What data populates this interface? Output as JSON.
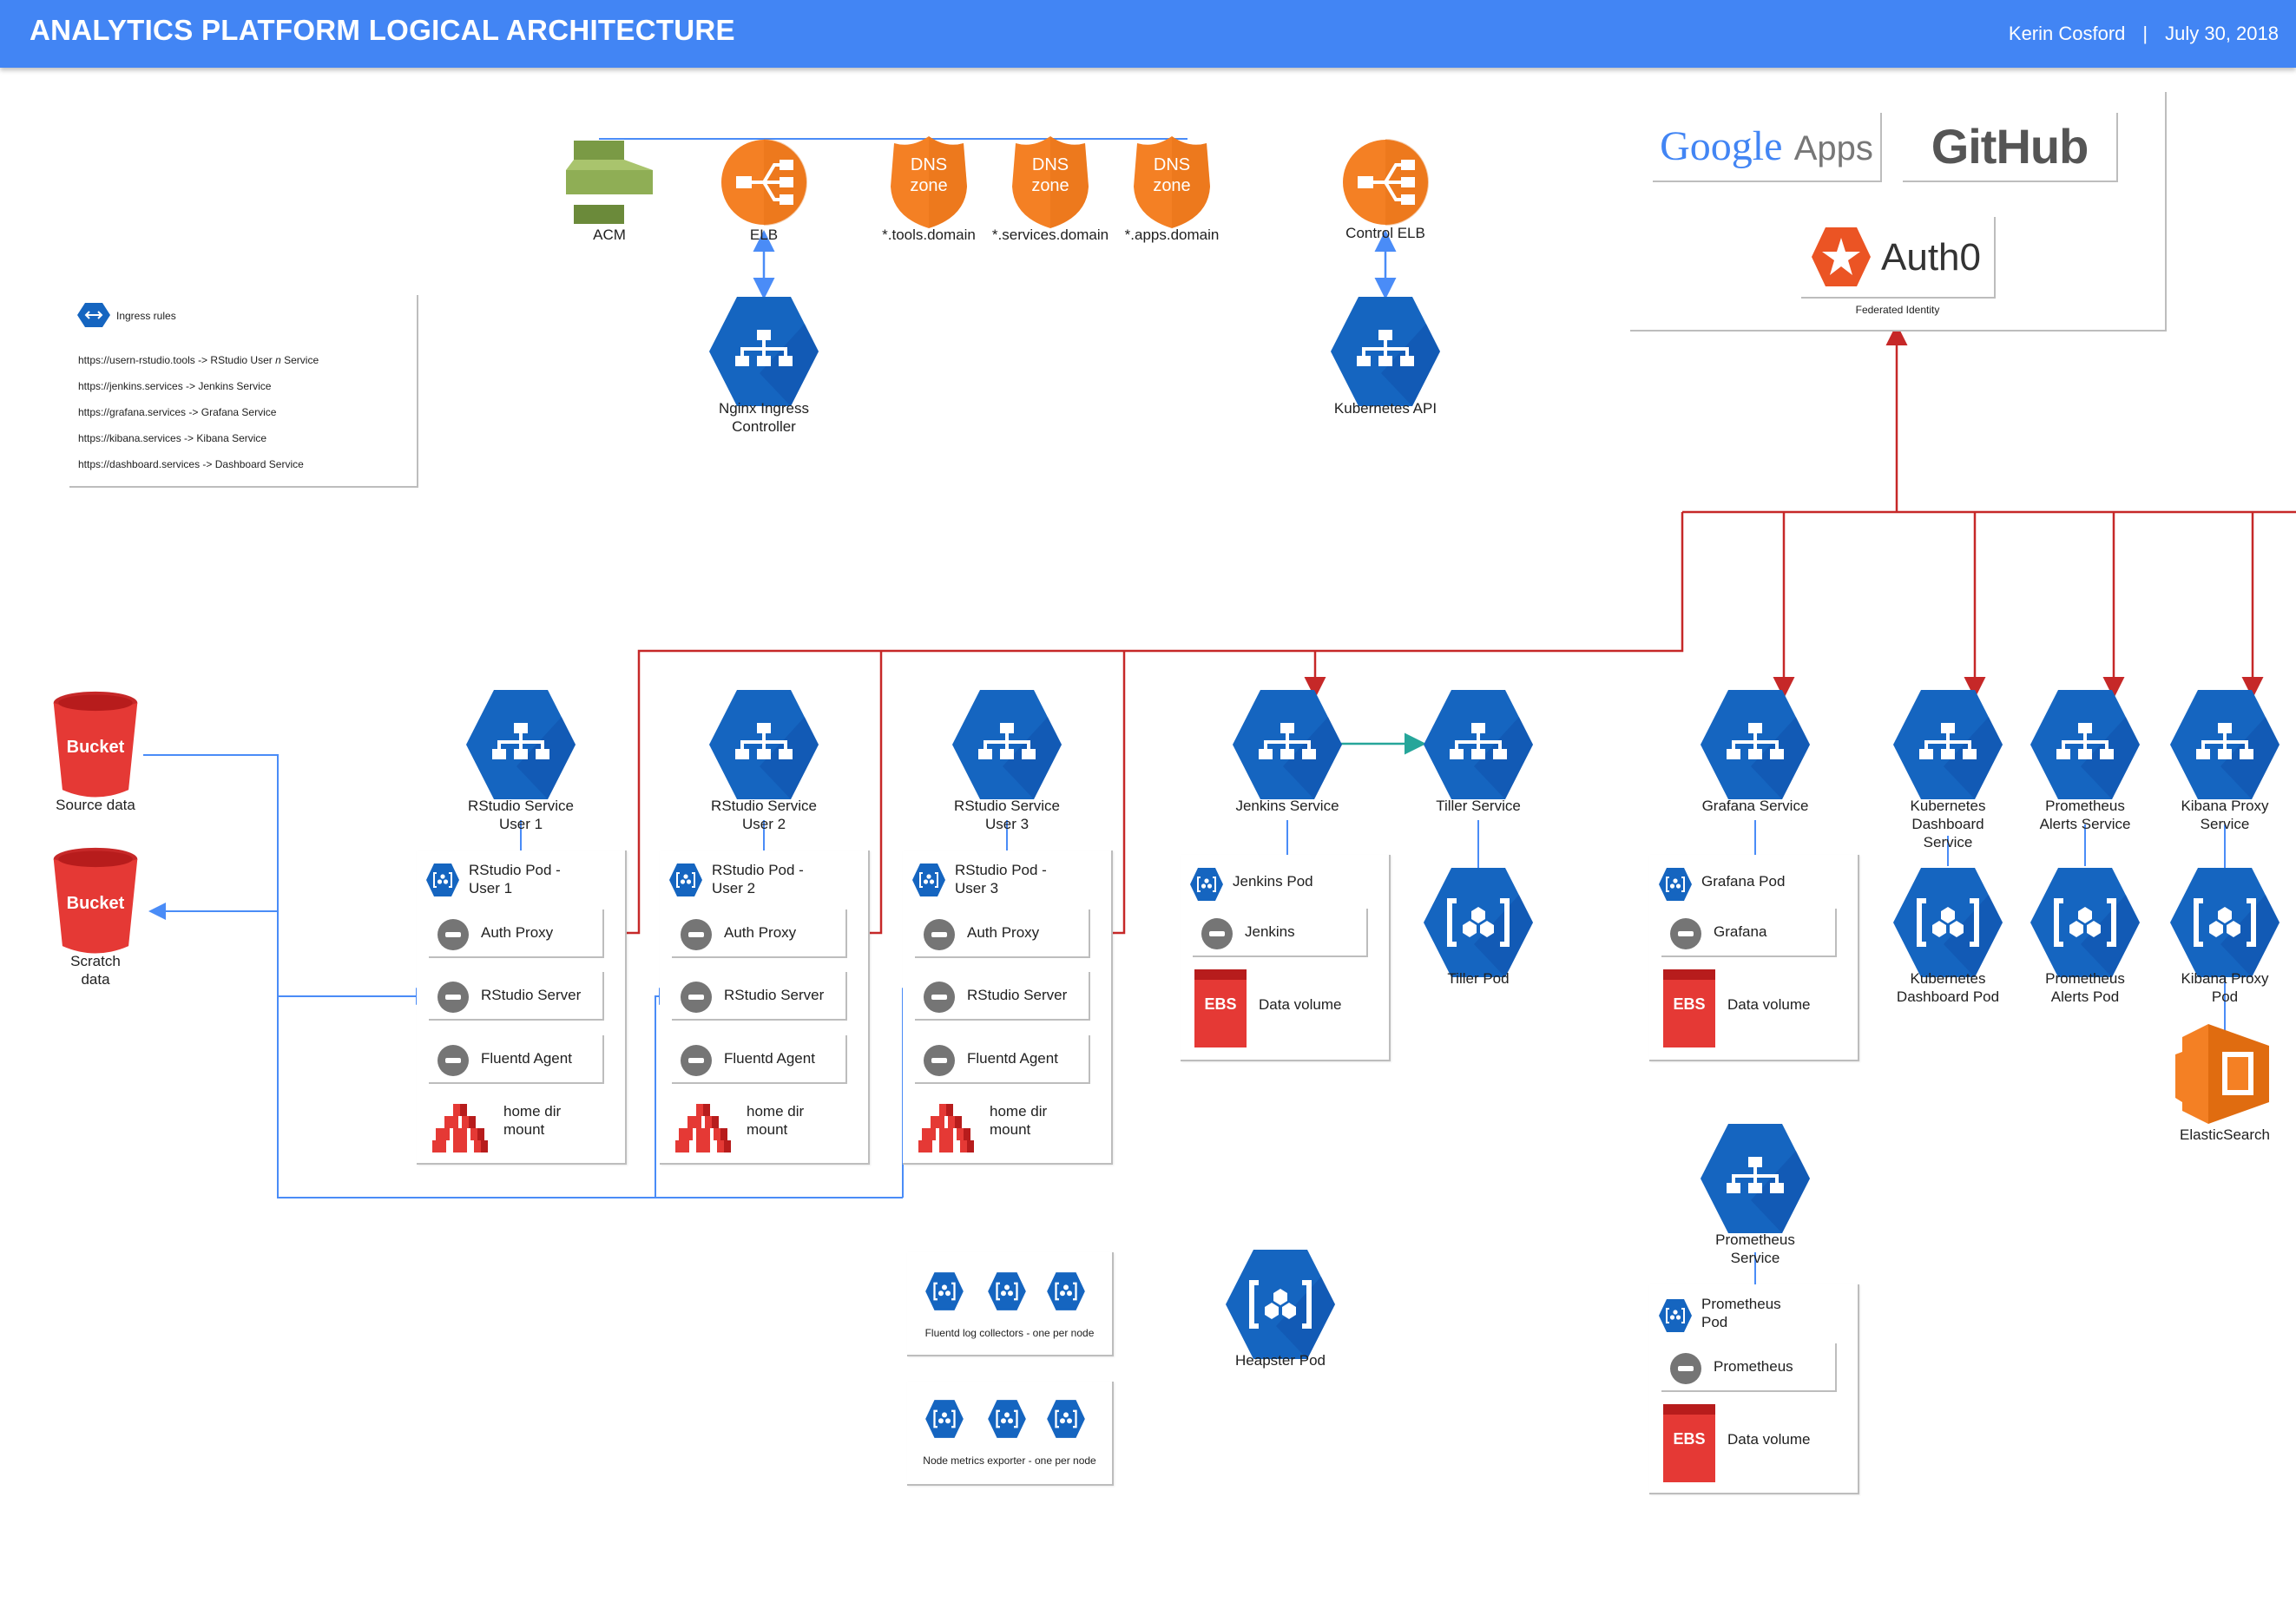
{
  "header": {
    "title": "ANALYTICS PLATFORM LOGICAL ARCHITECTURE",
    "author": "Kerin Cosford",
    "separator": "|",
    "date": "July 30, 2018"
  },
  "colors": {
    "header": "#4285f4",
    "hex": "#1565c0",
    "orange": "#f48024",
    "red_arrow": "#c62828",
    "blue_arrow": "#4a8cf7",
    "teal_arrow": "#26a69a",
    "bucket": "#e53935",
    "acm": "#7a9a45"
  },
  "top": {
    "acm": "ACM",
    "elb": "ELB",
    "dns_zone": "DNS\nzone",
    "dns": [
      "*.tools.domain",
      "*.services.domain",
      "*.apps.domain"
    ],
    "control_elb": "Control ELB",
    "nginx": "Nginx Ingress\nController",
    "k8s_api": "Kubernetes API"
  },
  "legend": {
    "title": "Ingress rules",
    "items": [
      [
        "https://usern-rstudio.tools -> RStudio User ",
        "n",
        " Service"
      ],
      [
        "https://jenkins.services -> Jenkins Service",
        "",
        ""
      ],
      [
        "https://grafana.services -> Grafana Service",
        "",
        ""
      ],
      [
        "https://kibana.services -> Kibana Service",
        "",
        ""
      ],
      [
        "https://dashboard.services -> Dashboard Service",
        "",
        ""
      ]
    ]
  },
  "identity": {
    "google": "Google",
    "google_apps": "Apps",
    "github": "GitHub",
    "auth0": "Auth0",
    "federated": "Federated Identity"
  },
  "buckets": {
    "label": "Bucket",
    "source": "Source data",
    "scratch": "Scratch\ndata"
  },
  "rstudio": [
    {
      "service": "RStudio Service\nUser 1",
      "pod": "RStudio Pod -\nUser 1"
    },
    {
      "service": "RStudio Service\nUser 2",
      "pod": "RStudio Pod -\nUser 2"
    },
    {
      "service": "RStudio Service\nUser 3",
      "pod": "RStudio Pod -\nUser 3"
    }
  ],
  "rstudio_rows": [
    "Auth Proxy",
    "RStudio Server",
    "Fluentd Agent"
  ],
  "home_mount": "home dir\nmount",
  "jenkins": {
    "service": "Jenkins Service",
    "pod": "Jenkins Pod",
    "row": "Jenkins",
    "volume": "Data volume"
  },
  "tiller": {
    "service": "Tiller Service",
    "pod": "Tiller Pod"
  },
  "grafana": {
    "service": "Grafana Service",
    "pod": "Grafana Pod",
    "row": "Grafana",
    "volume": "Data volume"
  },
  "k8s_dash": {
    "service": "Kubernetes\nDashboard\nService",
    "pod": "Kubernetes\nDashboard Pod"
  },
  "prom_alerts": {
    "service": "Prometheus\nAlerts Service",
    "pod": "Prometheus\nAlerts Pod"
  },
  "kibana": {
    "service": "Kibana Proxy\nService",
    "pod": "Kibana Proxy\nPod"
  },
  "elasticsearch": "ElasticSearch",
  "ebs": "EBS",
  "prometheus": {
    "service": "Prometheus\nService",
    "pod": "Prometheus\nPod",
    "row": "Prometheus",
    "volume": "Data volume"
  },
  "fluentd_collectors": "Fluentd log collectors - one per node",
  "node_exporter": "Node metrics exporter - one per node",
  "heapster": "Heapster Pod"
}
